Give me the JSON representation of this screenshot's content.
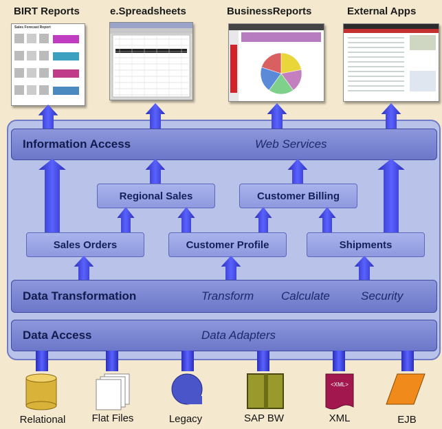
{
  "outputs": [
    {
      "label": "BIRT Reports",
      "thumb_title": "Sales Forecast Report"
    },
    {
      "label": "e.Spreadsheets"
    },
    {
      "label": "BusinessReports"
    },
    {
      "label": "External Apps"
    }
  ],
  "information_access": {
    "title": "Information Access",
    "italic": "Web Services"
  },
  "mid_boxes": {
    "regional_sales": "Regional Sales",
    "customer_billing": "Customer Billing"
  },
  "low_boxes": {
    "sales_orders": "Sales Orders",
    "customer_profile": "Customer Profile",
    "shipments": "Shipments"
  },
  "data_transformation": {
    "title": "Data Transformation",
    "items": [
      "Transform",
      "Calculate",
      "Security"
    ]
  },
  "data_access": {
    "title": "Data Access",
    "italic": "Data Adapters"
  },
  "sources": [
    {
      "label": "Relational",
      "icon": "database-cylinder-icon"
    },
    {
      "label": "Flat Files",
      "icon": "stacked-pages-icon"
    },
    {
      "label": "Legacy",
      "icon": "tape-reel-icon"
    },
    {
      "label": "SAP BW",
      "icon": "sap-cube-icon"
    },
    {
      "label": "XML",
      "icon": "xml-document-icon",
      "badge": "<XML>"
    },
    {
      "label": "EJB",
      "icon": "ejb-parallelogram-icon"
    }
  ],
  "colors": {
    "background": "#f4e9cf",
    "panel": "#b9c2e8",
    "bar": "#7b86d3",
    "box": "#9ea8e6",
    "arrow": "#3a3fd8"
  }
}
